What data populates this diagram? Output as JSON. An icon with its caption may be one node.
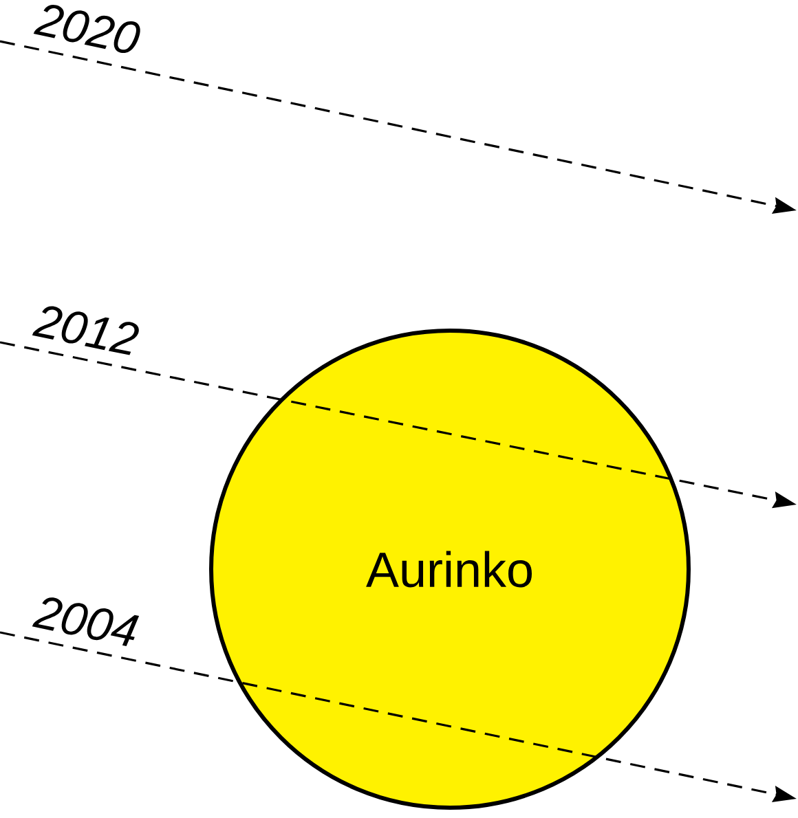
{
  "diagram": {
    "nodes": [
      {
        "text": [
          "Aurinko"
        ]
      }
    ],
    "labels": [
      "2020",
      "2012",
      "2004"
    ]
  }
}
